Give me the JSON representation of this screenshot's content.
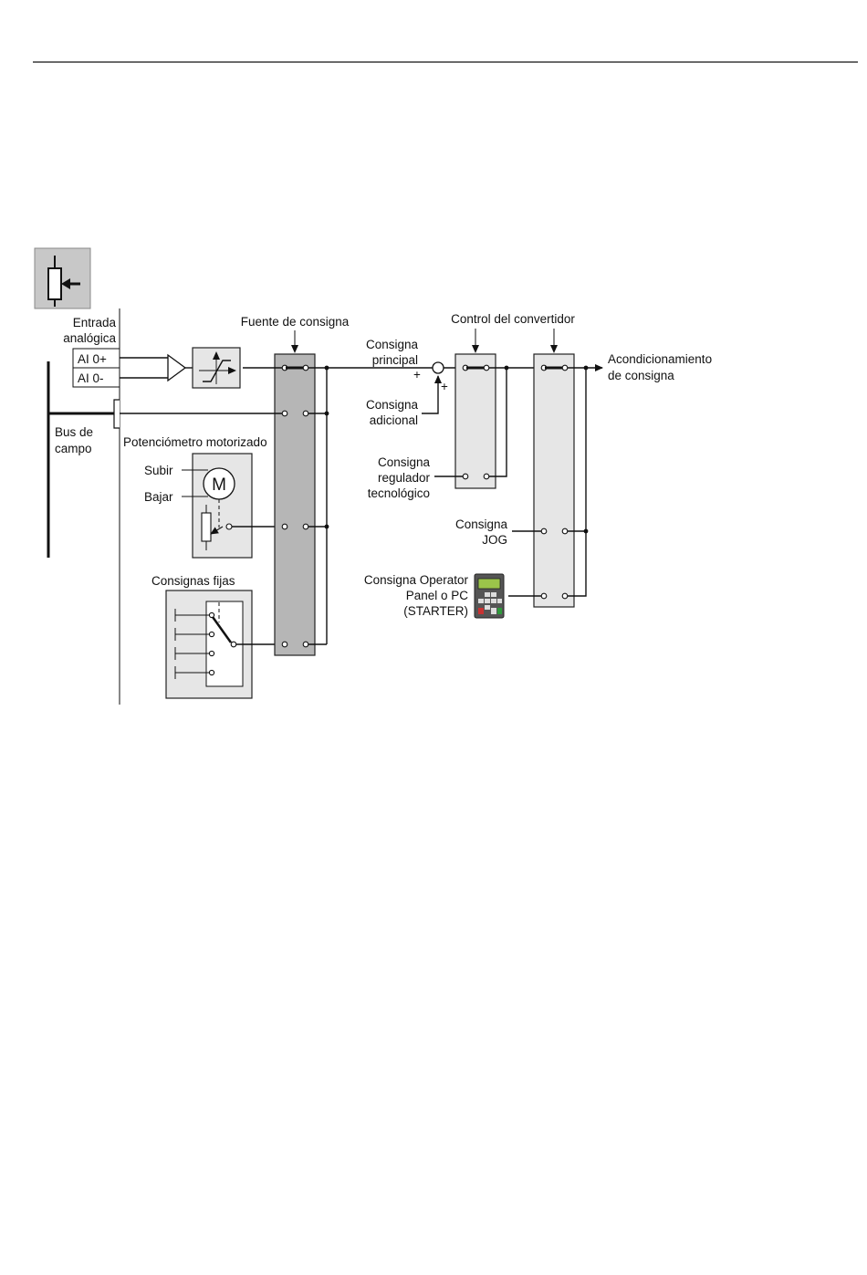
{
  "labels": {
    "entrada_line1": "Entrada",
    "entrada_line2": "analógica",
    "ai0_plus": "AI 0+",
    "ai0_minus": "AI 0-",
    "bus_line1": "Bus de",
    "bus_line2": "campo",
    "potenciometro": "Potenciómetro motorizado",
    "subir": "Subir",
    "bajar": "Bajar",
    "motor": "M",
    "consignas_fijas": "Consignas fijas",
    "fuente_consigna": "Fuente de consigna",
    "consigna_principal_1": "Consigna",
    "consigna_principal_2": "principal",
    "consigna_adicional_1": "Consigna",
    "consigna_adicional_2": "adicional",
    "plus_1": "+",
    "plus_2": "+",
    "control_convertidor": "Control del convertidor",
    "regulador_1": "Consigna",
    "regulador_2": "regulador",
    "regulador_3": "tecnológico",
    "jog_1": "Consigna",
    "jog_2": "JOG",
    "operator_1": "Consigna Operator",
    "operator_2": "Panel o PC",
    "operator_3": "(STARTER)",
    "acond_1": "Acondicionamiento",
    "acond_2": "de consigna"
  },
  "icons": {
    "setpoint_source": "potentiometer-arrow-icon",
    "operator_panel": "operator-panel-icon"
  },
  "colors": {
    "panel_light": "#e6e6e6",
    "panel_dark": "#b6b6b6",
    "icon_bg": "#c8c8c8",
    "lcd": "#9bc44a",
    "key_red": "#c83232",
    "key_green": "#2f9a3c"
  }
}
